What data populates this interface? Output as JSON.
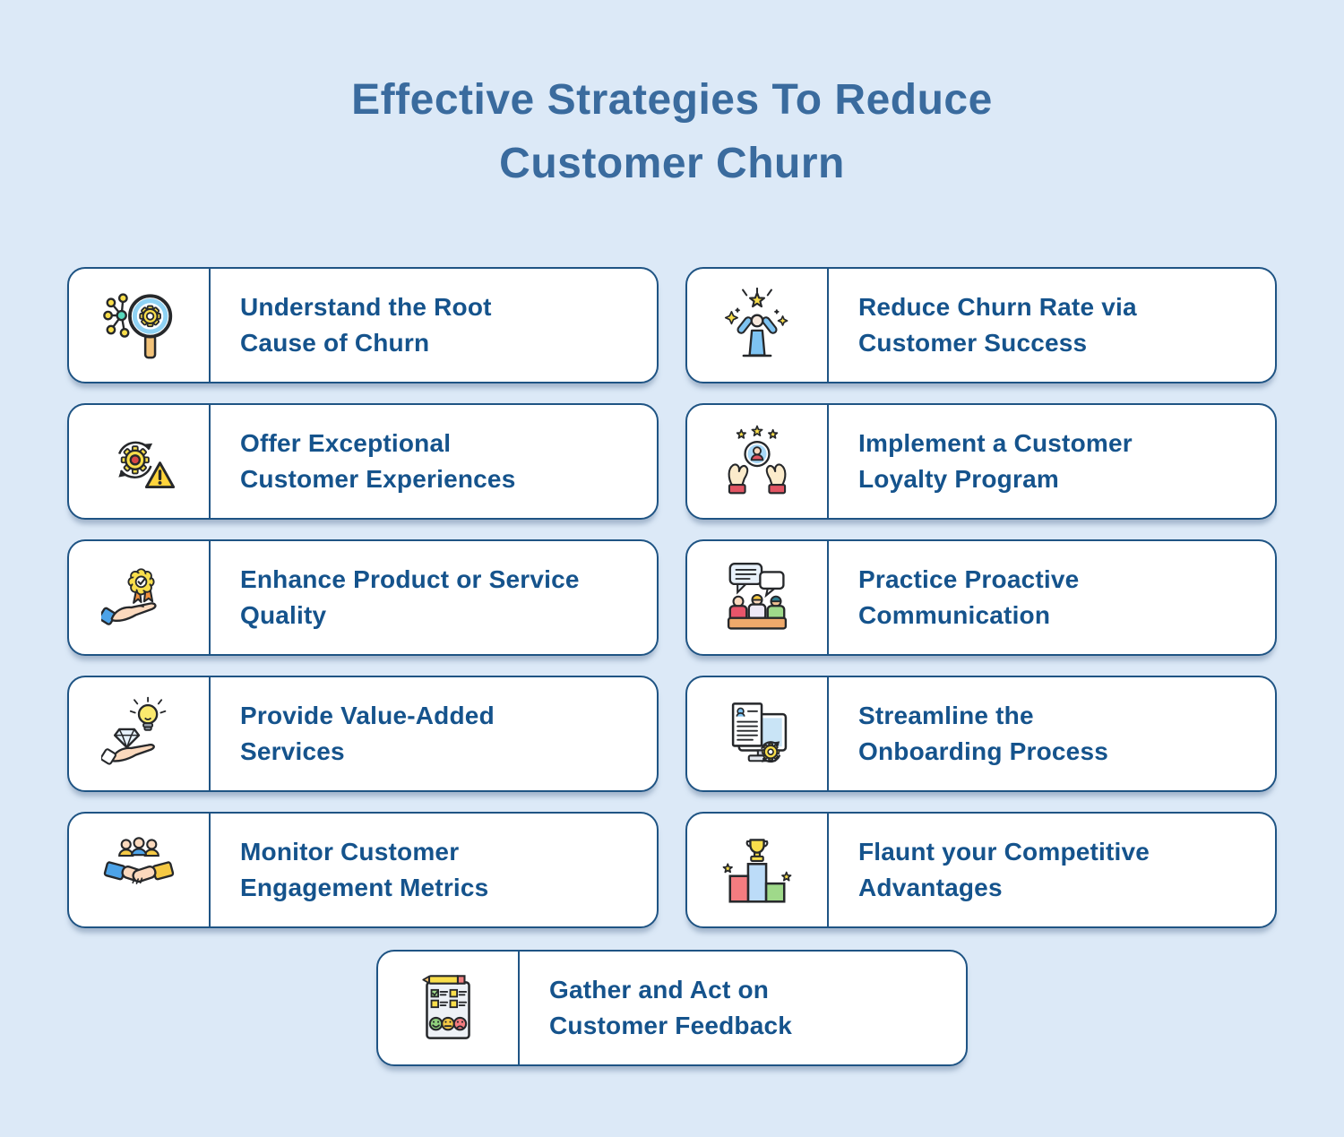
{
  "theme": {
    "background": "#DCE9F7",
    "card_background": "#FFFFFF",
    "border_color": "#1F5484",
    "title_color": "#3A6B9E",
    "text_color": "#15538C"
  },
  "title": {
    "lines": [
      "Effective Strategies To Reduce",
      "Customer Churn"
    ]
  },
  "cards": [
    {
      "icon": "root-cause-analysis-icon",
      "lines": [
        "Understand the Root",
        "Cause of Churn"
      ]
    },
    {
      "icon": "customer-success-icon",
      "lines": [
        "Reduce Churn Rate via",
        "Customer Success"
      ]
    },
    {
      "icon": "process-warning-icon",
      "lines": [
        "Offer Exceptional",
        "Customer Experiences"
      ]
    },
    {
      "icon": "customer-loyalty-icon",
      "lines": [
        "Implement a Customer",
        "Loyalty Program"
      ]
    },
    {
      "icon": "quality-badge-icon",
      "lines": [
        "Enhance Product or Service",
        "Quality"
      ]
    },
    {
      "icon": "proactive-communication-icon",
      "lines": [
        "Practice Proactive",
        "Communication"
      ]
    },
    {
      "icon": "value-added-services-icon",
      "lines": [
        "Provide Value-Added",
        "Services"
      ]
    },
    {
      "icon": "onboarding-process-icon",
      "lines": [
        "Streamline the",
        "Onboarding Process"
      ]
    },
    {
      "icon": "engagement-metrics-icon",
      "lines": [
        "Monitor Customer",
        "Engagement Metrics"
      ]
    },
    {
      "icon": "competitive-advantage-icon",
      "lines": [
        "Flaunt your Competitive",
        "Advantages"
      ]
    },
    {
      "icon": "customer-feedback-icon",
      "lines": [
        "Gather and Act on",
        "Customer Feedback"
      ]
    }
  ]
}
